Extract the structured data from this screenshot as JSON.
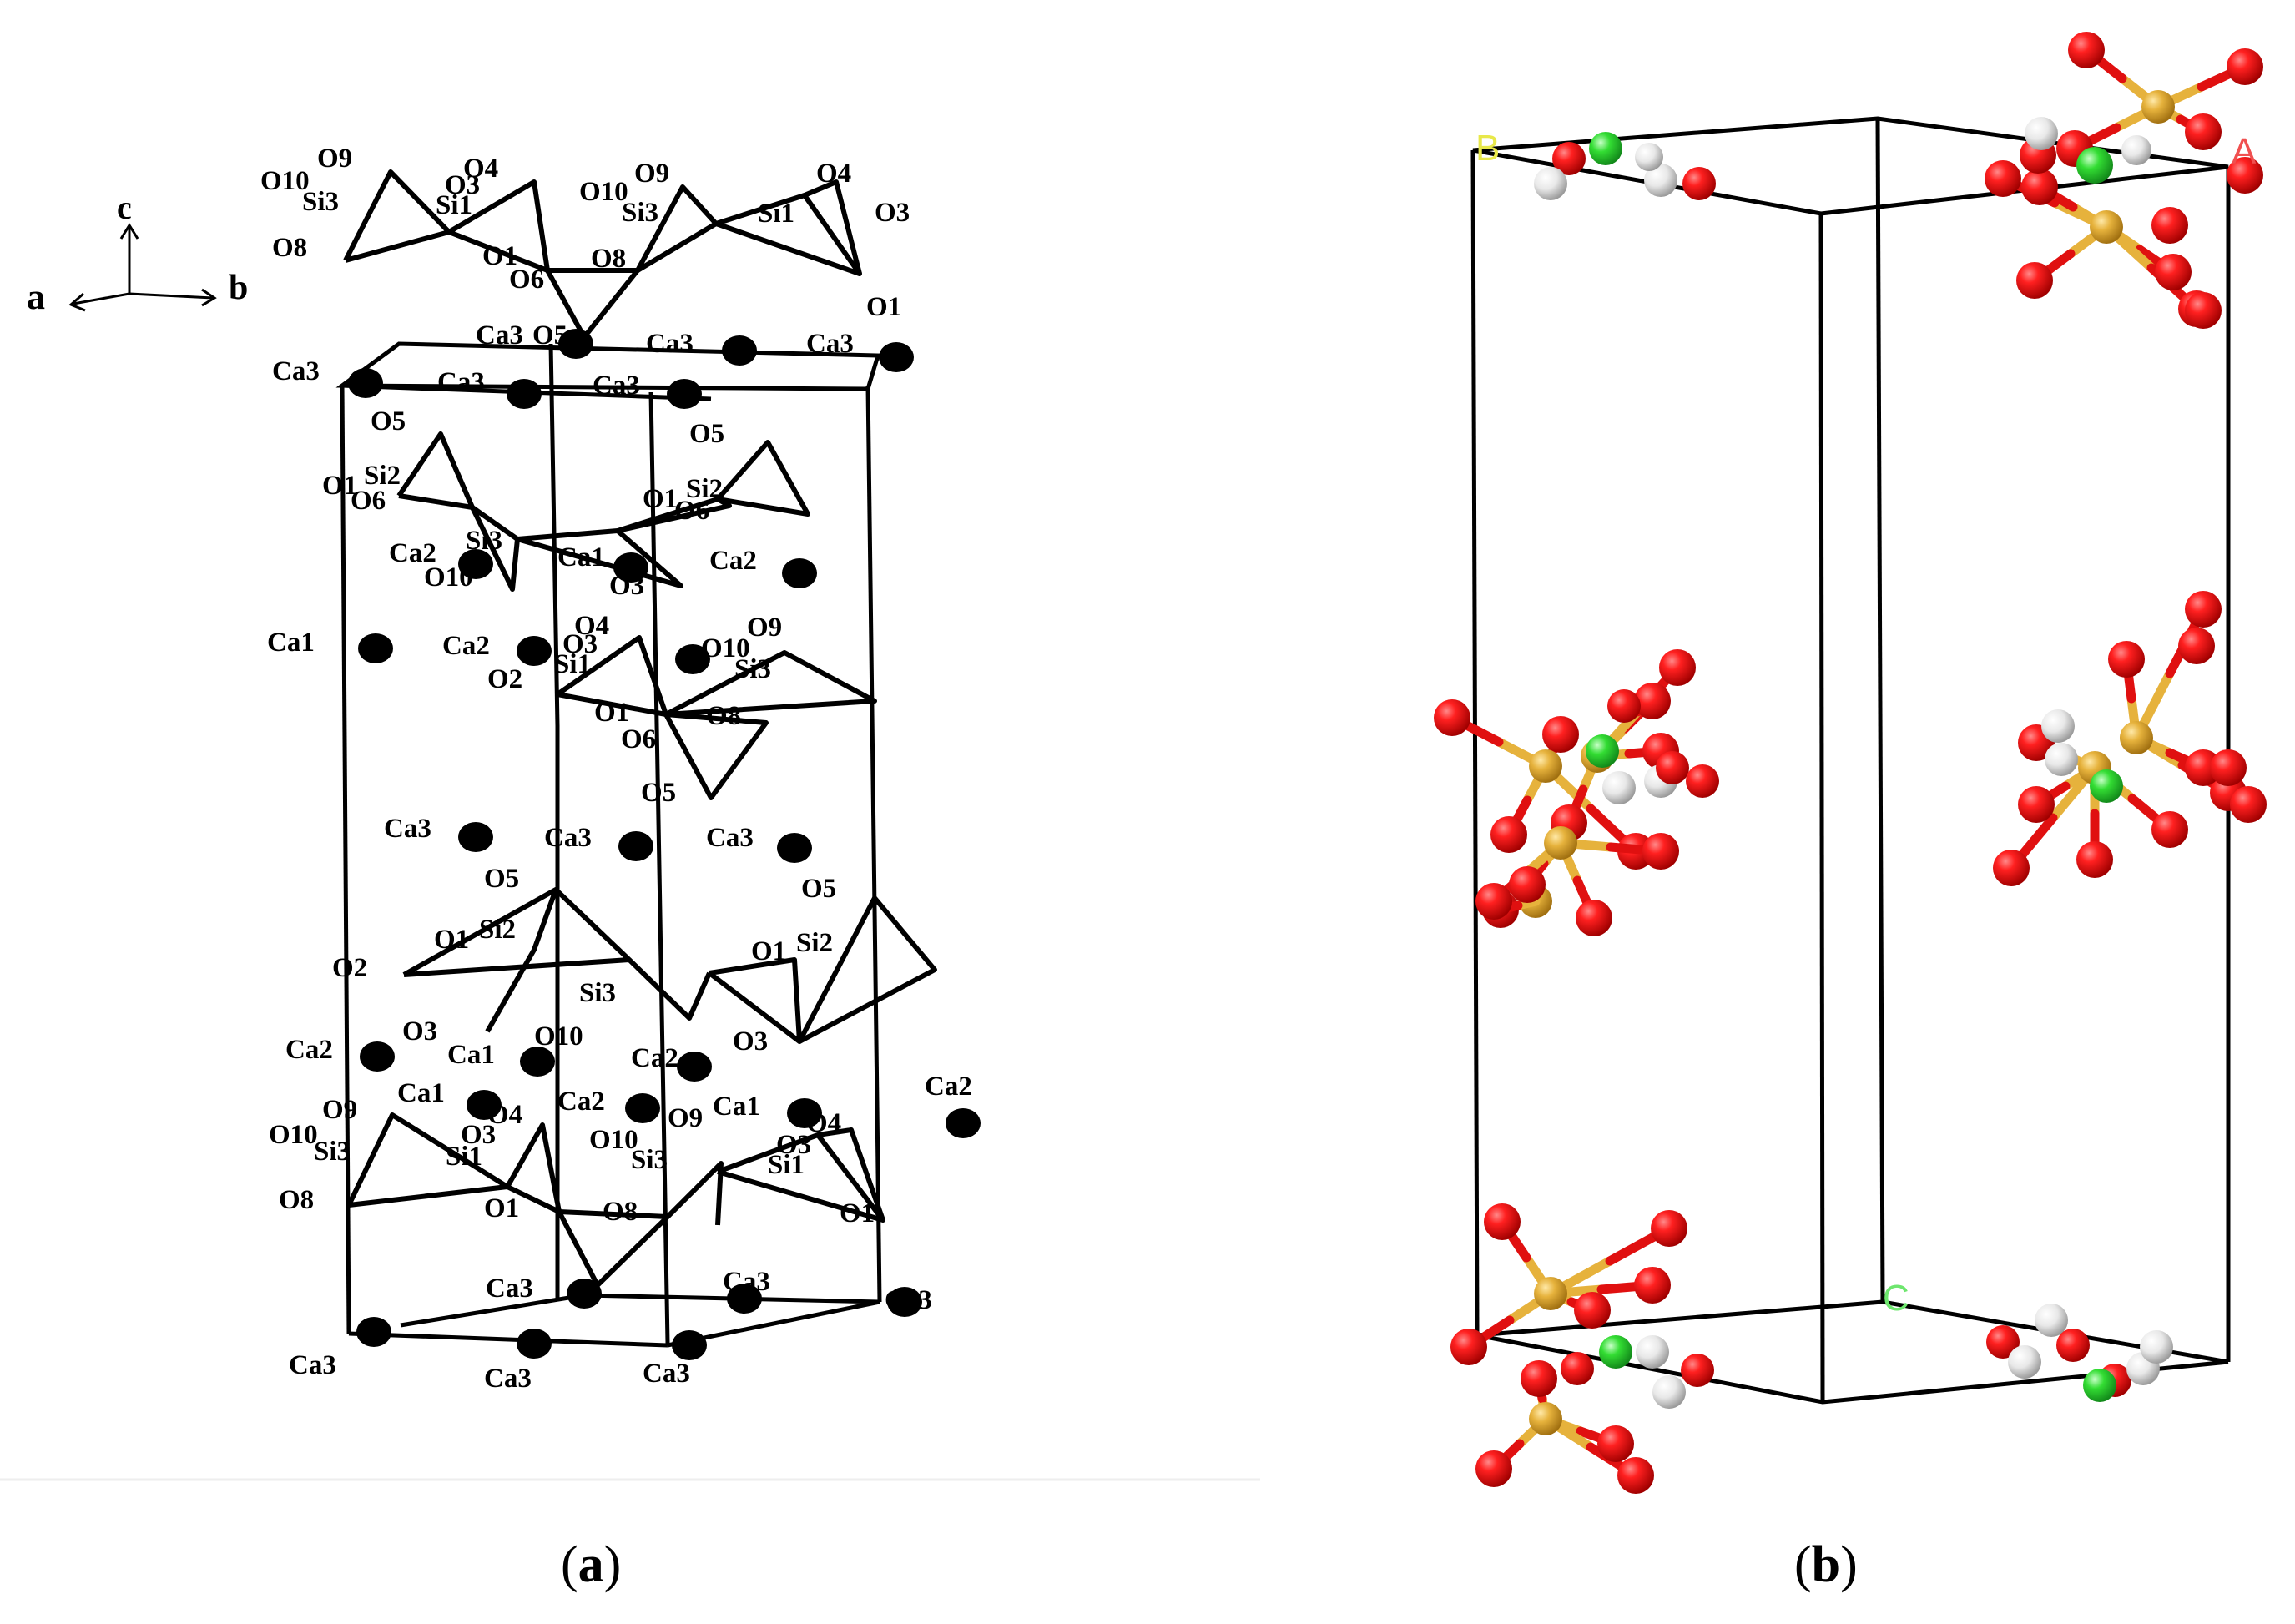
{
  "panel_a": {
    "caption_letter": "a",
    "axes": {
      "c": "c",
      "a": "a",
      "b": "b"
    },
    "labels": [
      [
        "O9",
        380,
        200
      ],
      [
        "O10",
        312,
        227
      ],
      [
        "Si3",
        362,
        252
      ],
      [
        "O4",
        555,
        212
      ],
      [
        "O3",
        533,
        232
      ],
      [
        "Si1",
        522,
        256
      ],
      [
        "O8",
        326,
        307
      ],
      [
        "O9",
        760,
        218
      ],
      [
        "O10",
        694,
        240
      ],
      [
        "Si3",
        745,
        265
      ],
      [
        "O4",
        978,
        218
      ],
      [
        "O3",
        1048,
        265
      ],
      [
        "Si1",
        908,
        266
      ],
      [
        "O1",
        1038,
        378
      ],
      [
        "O1",
        578,
        317
      ],
      [
        "O6",
        610,
        345
      ],
      [
        "O8",
        708,
        320
      ],
      [
        "Ca3",
        570,
        412
      ],
      [
        "O5",
        638,
        412
      ],
      [
        "Ca3",
        326,
        455
      ],
      [
        "Ca3",
        524,
        468
      ],
      [
        "Ca3",
        774,
        422
      ],
      [
        "Ca3",
        966,
        422
      ],
      [
        "Ca3",
        710,
        472
      ],
      [
        "O5",
        444,
        515
      ],
      [
        "O5",
        826,
        530
      ],
      [
        "O1",
        386,
        592
      ],
      [
        "Si2",
        436,
        580
      ],
      [
        "O6",
        420,
        610
      ],
      [
        "O1",
        770,
        608
      ],
      [
        "Si2",
        822,
        596
      ],
      [
        "O6",
        808,
        622
      ],
      [
        "Si3",
        558,
        658
      ],
      [
        "Ca1",
        668,
        678
      ],
      [
        "Ca2",
        466,
        673
      ],
      [
        "O10",
        508,
        702
      ],
      [
        "Ca2",
        850,
        682
      ],
      [
        "O3",
        730,
        712
      ],
      [
        "Ca1",
        320,
        780
      ],
      [
        "Ca2",
        530,
        784
      ],
      [
        "O4",
        688,
        760
      ],
      [
        "O3",
        674,
        782
      ],
      [
        "O2",
        584,
        824
      ],
      [
        "Si1",
        664,
        806
      ],
      [
        "O9",
        895,
        762
      ],
      [
        "O10",
        840,
        787
      ],
      [
        "Si3",
        880,
        812
      ],
      [
        "O1",
        712,
        864
      ],
      [
        "O6",
        744,
        896
      ],
      [
        "O8",
        846,
        868
      ],
      [
        "O5",
        768,
        960
      ],
      [
        "Ca3",
        460,
        1003
      ],
      [
        "Ca3",
        652,
        1014
      ],
      [
        "Ca3",
        846,
        1014
      ],
      [
        "O5",
        580,
        1063
      ],
      [
        "O5",
        960,
        1075
      ],
      [
        "O2",
        398,
        1170
      ],
      [
        "O1",
        520,
        1136
      ],
      [
        "Si2",
        574,
        1124
      ],
      [
        "O1",
        900,
        1150
      ],
      [
        "Si2",
        954,
        1140
      ],
      [
        "Si3",
        694,
        1200
      ],
      [
        "O3",
        482,
        1246
      ],
      [
        "Ca1",
        536,
        1274
      ],
      [
        "O10",
        640,
        1252
      ],
      [
        "O3",
        878,
        1258
      ],
      [
        "Ca2",
        342,
        1268
      ],
      [
        "Ca2",
        756,
        1278
      ],
      [
        "Ca2",
        1108,
        1312
      ],
      [
        "O9",
        386,
        1340
      ],
      [
        "O10",
        322,
        1370
      ],
      [
        "Si3",
        376,
        1390
      ],
      [
        "Ca1",
        476,
        1320
      ],
      [
        "O4",
        584,
        1346
      ],
      [
        "O3",
        552,
        1370
      ],
      [
        "Si1",
        534,
        1396
      ],
      [
        "Ca1",
        854,
        1336
      ],
      [
        "Ca2",
        668,
        1330
      ],
      [
        "O9",
        800,
        1350
      ],
      [
        "O10",
        706,
        1376
      ],
      [
        "Si3",
        756,
        1400
      ],
      [
        "O4",
        966,
        1356
      ],
      [
        "O3",
        930,
        1382
      ],
      [
        "Si1",
        920,
        1406
      ],
      [
        "O8",
        334,
        1448
      ],
      [
        "O1",
        580,
        1458
      ],
      [
        "O8",
        722,
        1462
      ],
      [
        "O1",
        1006,
        1464
      ],
      [
        "Ca3",
        582,
        1554
      ],
      [
        "Ca3",
        866,
        1546
      ],
      [
        "Ca3",
        1060,
        1568
      ],
      [
        "Ca3",
        346,
        1646
      ],
      [
        "Ca3",
        580,
        1662
      ],
      [
        "Ca3",
        770,
        1656
      ]
    ],
    "ca_atoms": [
      [
        438,
        459
      ],
      [
        628,
        472
      ],
      [
        820,
        472
      ],
      [
        886,
        420
      ],
      [
        1074,
        428
      ],
      [
        690,
        412
      ],
      [
        450,
        777
      ],
      [
        570,
        676
      ],
      [
        756,
        680
      ],
      [
        958,
        687
      ],
      [
        640,
        780
      ],
      [
        830,
        790
      ],
      [
        570,
        1003
      ],
      [
        762,
        1014
      ],
      [
        952,
        1016
      ],
      [
        452,
        1266
      ],
      [
        644,
        1272
      ],
      [
        832,
        1278
      ],
      [
        580,
        1324
      ],
      [
        770,
        1328
      ],
      [
        964,
        1334
      ],
      [
        1154,
        1346
      ],
      [
        700,
        1550
      ],
      [
        892,
        1556
      ],
      [
        1084,
        1560
      ],
      [
        448,
        1596
      ],
      [
        640,
        1610
      ],
      [
        826,
        1612
      ]
    ]
  },
  "panel_b": {
    "caption_letter": "b",
    "axis_labels": {
      "B": "B",
      "A": "A",
      "C": "C"
    },
    "colors": {
      "axis_B": "#e8e84a",
      "axis_A": "#f05050",
      "axis_C": "#6ee66e",
      "oxygen": "#e01010",
      "silicon": "#e6b23c",
      "calcium": "#33dd33",
      "hydrogen": "#e6e6e6"
    }
  },
  "figure_caption": {
    "open": "(",
    "close": ")"
  }
}
